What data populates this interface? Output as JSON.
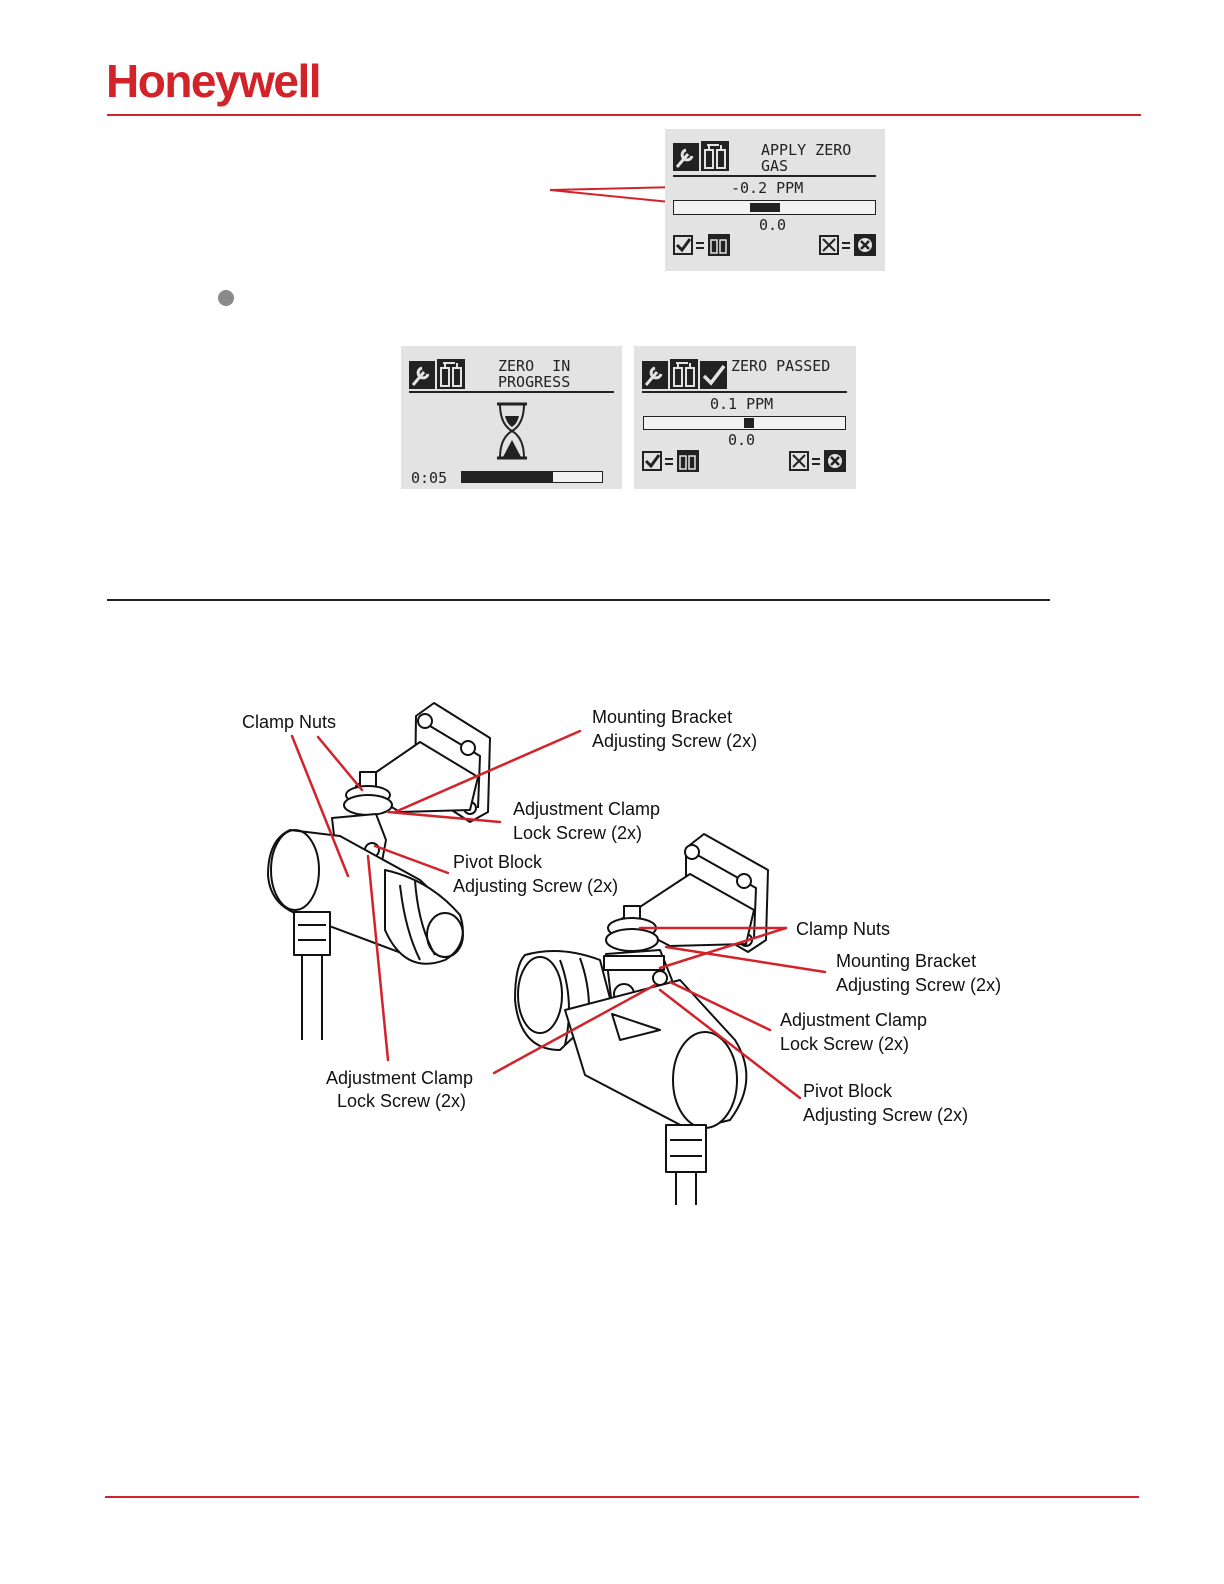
{
  "header": {
    "brand": "Honeywell",
    "brand_color": "#d2232a"
  },
  "screens": {
    "apply_zero": {
      "title_line1": "APPLY ZERO",
      "title_line2": "GAS",
      "reading": "-0.2 PPM",
      "baseline": "0.0",
      "bar_fraction": 0.15,
      "icons": [
        "wrench-icon",
        "gas-bottle-icon",
        "check-box-icon",
        "cancel-box-icon"
      ]
    },
    "zero_in_progress": {
      "title_line1": "ZERO  IN",
      "title_line2": "PROGRESS",
      "timer": "0:05",
      "progress_fraction": 0.65,
      "icons": [
        "wrench-icon",
        "gas-bottle-icon",
        "hourglass-icon"
      ]
    },
    "zero_passed": {
      "title": "ZERO PASSED",
      "reading": "0.1 PPM",
      "baseline": "0.0",
      "bar_fraction": 0.05,
      "icons": [
        "wrench-icon",
        "gas-bottle-icon",
        "checkmark-icon",
        "check-box-icon",
        "cancel-box-icon"
      ]
    }
  },
  "figure": {
    "left_labels": {
      "clamp_nuts": "Clamp Nuts",
      "mounting_bracket_1": "Mounting Bracket",
      "mounting_bracket_2": "Adjusting Screw (2x)",
      "adjustment_clamp_1": "Adjustment Clamp",
      "adjustment_clamp_2": "Lock Screw (2x)",
      "pivot_block_1": "Pivot Block",
      "pivot_block_2": "Adjusting Screw (2x)",
      "bottom_clamp_1": "Adjustment Clamp",
      "bottom_clamp_2": "Lock Screw (2x)"
    },
    "right_labels": {
      "clamp_nuts": "Clamp Nuts",
      "mounting_bracket_1": "Mounting Bracket",
      "mounting_bracket_2": "Adjusting Screw (2x)",
      "adjustment_clamp_1": "Adjustment Clamp",
      "adjustment_clamp_2": "Lock Screw (2x)",
      "pivot_block_1": "Pivot Block",
      "pivot_block_2": "Adjusting Screw (2x)"
    },
    "leader_color": "#d2232a"
  }
}
